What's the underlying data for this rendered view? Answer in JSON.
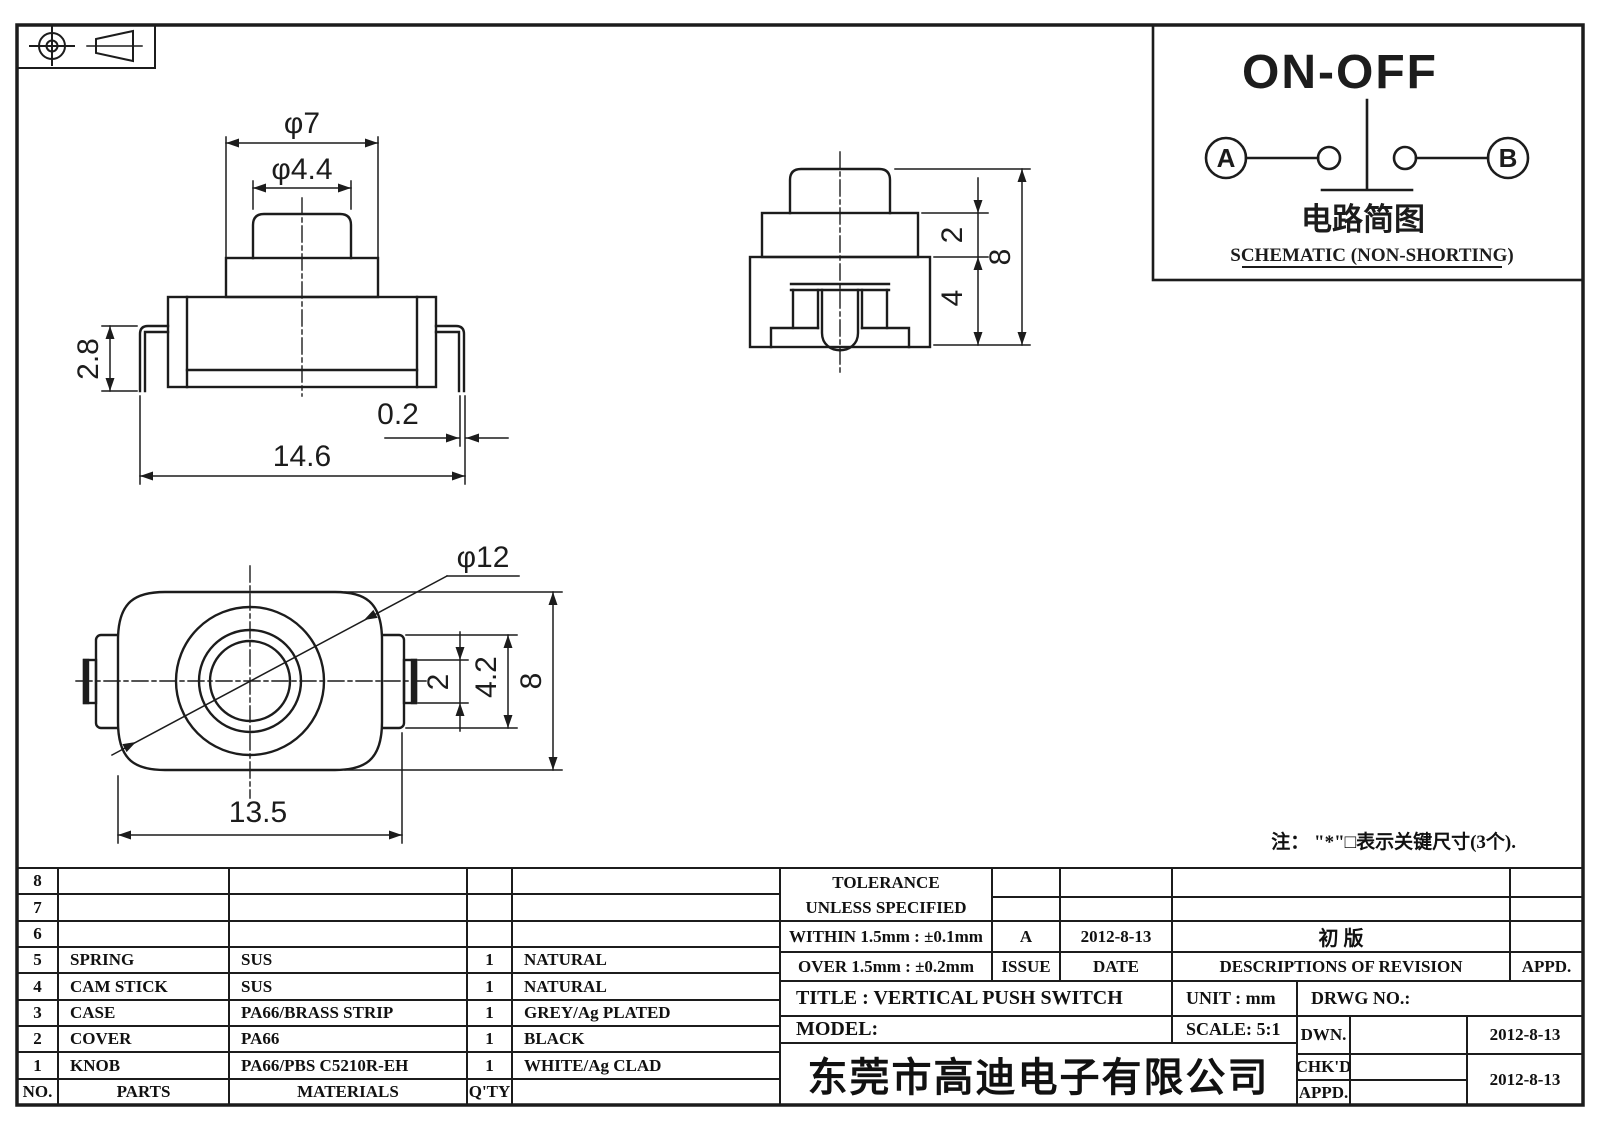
{
  "sheet_colors": {
    "paper": "#ffffff",
    "ink": "#1c1c1c"
  },
  "views": {
    "front": {
      "dia_outer": "φ7",
      "dia_knob": "φ4.4",
      "lead_height": "2.8",
      "lead_thickness": "0.2",
      "overall_width": "14.6"
    },
    "side": {
      "step_height": "2",
      "body_height": "4",
      "total_height": "8"
    },
    "top": {
      "dia_body": "φ12",
      "tab_slot": "2",
      "tab_height": "4.2",
      "body_depth": "8",
      "body_width": "13.5"
    }
  },
  "schematic": {
    "title": "ON-OFF",
    "terminal_a": "A",
    "terminal_b": "B",
    "caption_cn": "电路简图",
    "caption_en": "SCHEMATIC (NON-SHORTING)"
  },
  "note": "注： \"*\"□表示关键尺寸(3个).",
  "parts_table": {
    "headers": {
      "no": "NO.",
      "parts": "PARTS",
      "materials": "MATERIALS",
      "qty": "Q'TY"
    },
    "rows": [
      {
        "no": "8",
        "parts": "",
        "materials": "",
        "qty": "",
        "finish": ""
      },
      {
        "no": "7",
        "parts": "",
        "materials": "",
        "qty": "",
        "finish": ""
      },
      {
        "no": "6",
        "parts": "",
        "materials": "",
        "qty": "",
        "finish": ""
      },
      {
        "no": "5",
        "parts": "SPRING",
        "materials": "SUS",
        "qty": "1",
        "finish": "NATURAL"
      },
      {
        "no": "4",
        "parts": "CAM STICK",
        "materials": "SUS",
        "qty": "1",
        "finish": "NATURAL"
      },
      {
        "no": "3",
        "parts": "CASE",
        "materials": "PA66/BRASS STRIP",
        "qty": "1",
        "finish": "GREY/Ag PLATED"
      },
      {
        "no": "2",
        "parts": "COVER",
        "materials": "PA66",
        "qty": "1",
        "finish": "BLACK"
      },
      {
        "no": "1",
        "parts": "KNOB",
        "materials": "PA66/PBS C5210R-EH",
        "qty": "1",
        "finish": "WHITE/Ag CLAD"
      }
    ]
  },
  "tolerance_block": {
    "line1": "TOLERANCE",
    "line2": "UNLESS  SPECIFIED",
    "within": "WITHIN 1.5mm : ±0.1mm",
    "over": "OVER 1.5mm : ±0.2mm"
  },
  "revision_table": {
    "issue_value": "A",
    "date_value": "2012-8-13",
    "desc_value": "初  版",
    "issue_label": "ISSUE",
    "date_label": "DATE",
    "desc_label": "DESCRIPTIONS OF REVISION",
    "appd_label": "APPD."
  },
  "title_block": {
    "title": "TITLE :  VERTICAL PUSH SWITCH",
    "model_label": "MODEL:",
    "unit": "UNIT :  mm",
    "scale": "SCALE:  5:1",
    "drwg_no": "DRWG NO.:",
    "dwn_label": "DWN.",
    "chkd_label": "CHK'D",
    "appd_label": "APPD.",
    "dwn_date": "2012-8-13",
    "chkd_date": "2012-8-13",
    "company": "东莞市高迪电子有限公司"
  }
}
